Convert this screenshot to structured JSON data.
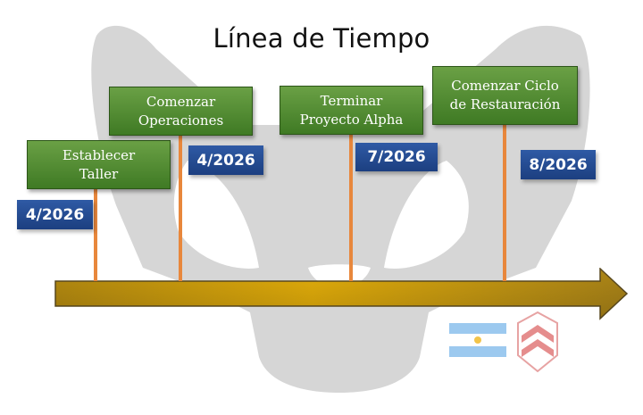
{
  "title": "Línea de Tiempo",
  "milestones": [
    {
      "label": "Establecer\nTaller",
      "date": "4/2026"
    },
    {
      "label": "Comenzar\nOperaciones",
      "date": "4/2026"
    },
    {
      "label": "Terminar\nProyecto Alpha",
      "date": "7/2026"
    },
    {
      "label": "Comenzar Ciclo\nde Restauración",
      "date": "8/2026"
    }
  ],
  "colors": {
    "box": "#4e8a30",
    "date": "#244c94",
    "stem": "#e8873c",
    "arrow": "#c9a000"
  }
}
